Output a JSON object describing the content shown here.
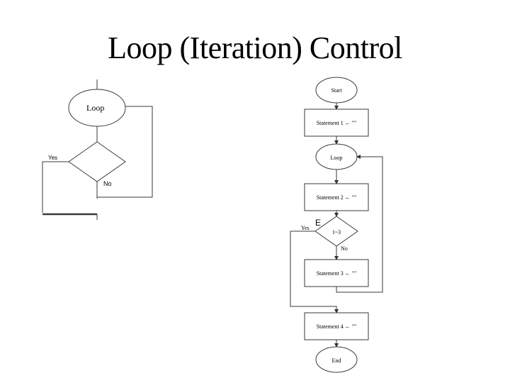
{
  "title": "Loop (Iteration) Control",
  "left_flowchart": {
    "loop_label": "Loop",
    "yes_label": "Yes",
    "no_label": "No"
  },
  "right_flowchart": {
    "start_label": "Start",
    "statement1_label": "Statement 1 ← \"\"",
    "loop_label": "Loop",
    "statement2_label": "Statement 2 ← \"\"",
    "marker_symbol": "E",
    "yes_label": "Yes",
    "condition_label": "1~3",
    "no_label": "No",
    "statement3_label": "Statement 3 ← \"\"",
    "statement4_label": "Statement 4 ← \"\"",
    "end_label": "End"
  }
}
